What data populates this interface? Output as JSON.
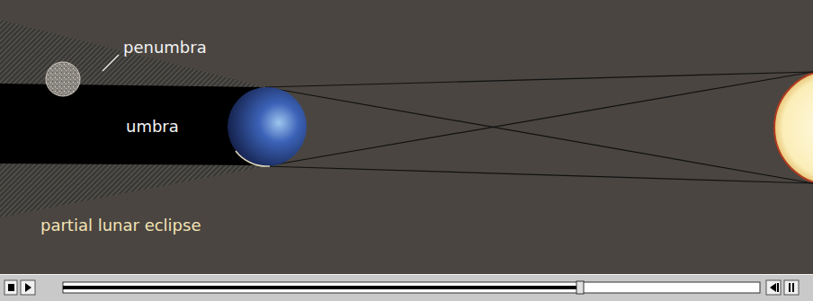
{
  "diagram": {
    "labels": [
      "penumbra",
      "umbra",
      "partial lunar eclipse"
    ]
  }
}
